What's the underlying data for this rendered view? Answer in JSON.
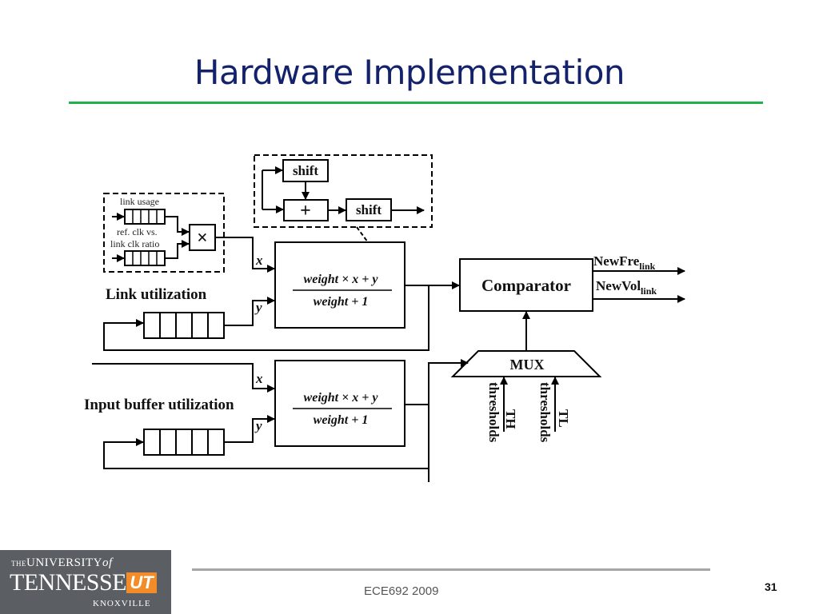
{
  "slide": {
    "title": "Hardware Implementation",
    "footer": "ECE692   2009",
    "page_number": "31"
  },
  "logo": {
    "line1_the": "THE",
    "line1": "UNIVERSITY",
    "line1_of": "of",
    "line2": "TENNESSEE",
    "mark": "UT",
    "line3": "KNOXVILLE"
  },
  "diagram": {
    "shift_top": "shift",
    "shift_right": "shift",
    "plus": "+",
    "times": "×",
    "link_usage": "link usage",
    "ref_clk_line1": "ref. clk vs.",
    "ref_clk_line2": "link clk ratio",
    "link_utilization": "Link utilization",
    "input_buffer_utilization": "Input buffer utilization",
    "x": "x",
    "y": "y",
    "formula_numerator": "weight × x + y",
    "formula_denominator": "weight + 1",
    "comparator": "Comparator",
    "mux": "MUX",
    "newfre": "NewFre",
    "newvol": "NewVol",
    "subscript_link": "link",
    "th_line1": "TH",
    "th_line2": "thresholds",
    "tl_line1": "TL",
    "tl_line2": "thresholds"
  }
}
